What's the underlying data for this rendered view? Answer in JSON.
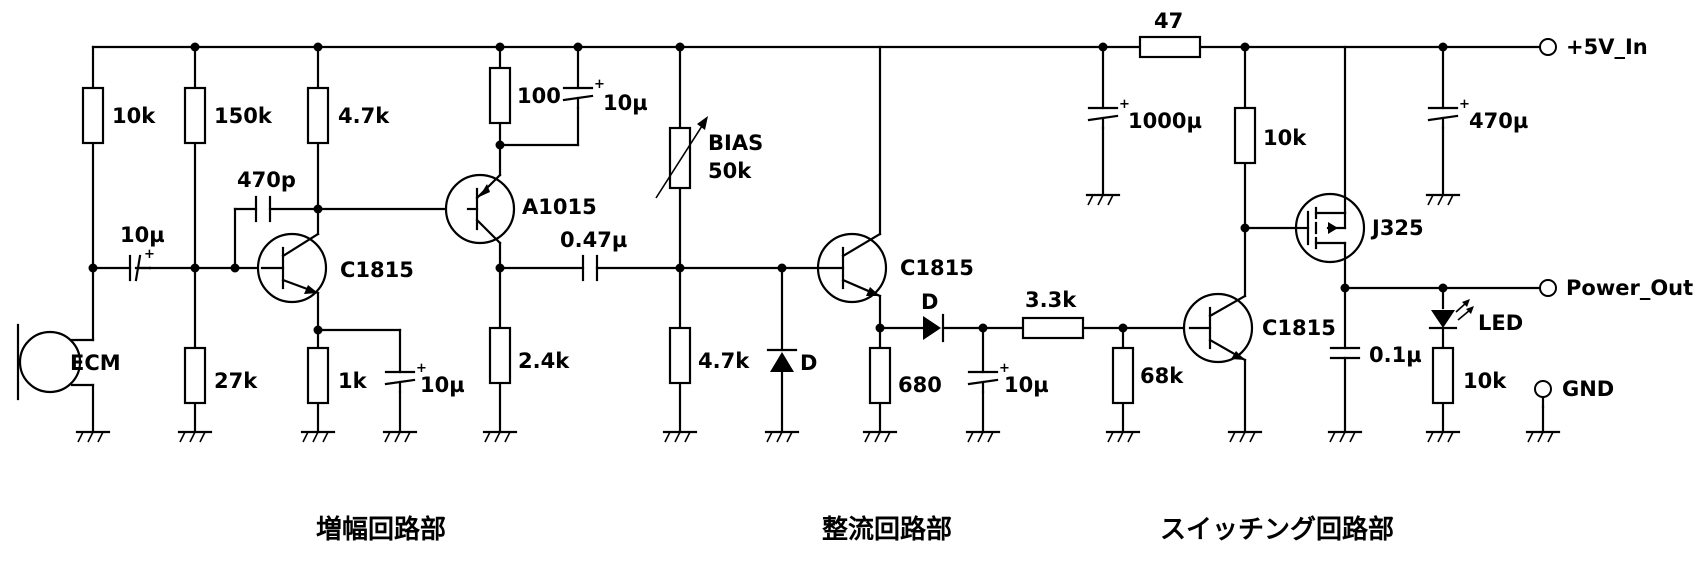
{
  "components": {
    "r10k_in": "10k",
    "r150k": "150k",
    "r4k7_c": "4.7k",
    "r100": "100",
    "c10u_e": "10µ",
    "c470p": "470p",
    "c10u_in": "10µ",
    "q1": "C1815",
    "q2": "A1015",
    "ecm": "ECM",
    "r27k": "27k",
    "r1k": "1k",
    "c10u_q1e": "10µ",
    "r2k4": "2.4k",
    "c047u": "0.47µ",
    "bias_name": "BIAS",
    "bias_value": "50k",
    "r4k7_b": "4.7k",
    "d_clamp": "D",
    "q3": "C1815",
    "d_rect": "D",
    "r680": "680",
    "c10u_rect": "10µ",
    "r3k3": "3.3k",
    "r68k": "68k",
    "r47": "47",
    "c1000u": "1000µ",
    "r10k_sw": "10k",
    "q4": "C1815",
    "j325": "J325",
    "c470u": "470µ",
    "c01u": "0.1µ",
    "led": "LED",
    "r10k_led": "10k"
  },
  "terminals": {
    "vin": "+5V_In",
    "out": "Power_Out",
    "gnd": "GND"
  },
  "sections": {
    "amp": "増幅回路部",
    "rect": "整流回路部",
    "switch": "スイッチング回路部"
  },
  "polarity_mark": "+"
}
